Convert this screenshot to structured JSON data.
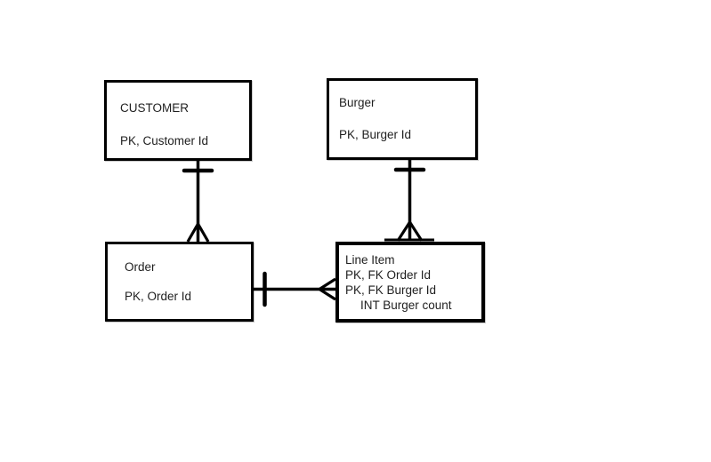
{
  "theme": {
    "background": "#ffffff",
    "line_color": "#000000",
    "text_color": "#1f1f1f",
    "shadow_color": "#c9c9c9"
  },
  "diagram": {
    "type": "entity-relationship",
    "notation": "crows-foot",
    "entities": {
      "customer": {
        "title": "CUSTOMER",
        "attributes": [
          "PK, Customer Id"
        ]
      },
      "burger": {
        "title": "Burger",
        "attributes": [
          "PK, Burger Id"
        ]
      },
      "order": {
        "title": "Order",
        "attributes": [
          "PK, Order Id"
        ]
      },
      "line_item": {
        "title": "Line Item",
        "attributes": [
          "PK, FK Order Id",
          "PK, FK Burger Id",
          "INT Burger count"
        ]
      }
    },
    "relationships": [
      {
        "from": "CUSTOMER",
        "to": "Order",
        "from_cardinality": "one",
        "to_cardinality": "many"
      },
      {
        "from": "Burger",
        "to": "Line Item",
        "from_cardinality": "one",
        "to_cardinality": "many"
      },
      {
        "from": "Order",
        "to": "Line Item",
        "from_cardinality": "one",
        "to_cardinality": "many"
      }
    ]
  }
}
